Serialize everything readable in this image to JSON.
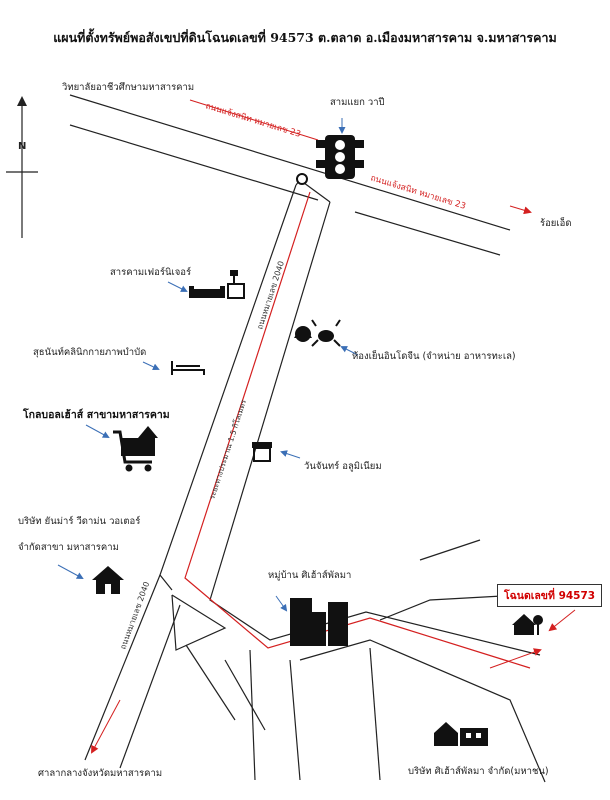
{
  "title": "แผนที่ตั้งทรัพย์พอสังเขปที่ดินโฉนดเลขที่ 94573 ต.ตลาด อ.เมืองมหาสารคาม จ.มหาสารคาม",
  "compass": {
    "label": "N"
  },
  "roads": {
    "highway_23_a": "ถนนแจ้งสนิท หมายเลข 23",
    "highway_23_b": "ถนนแจ้งสนิท หมายเลข 23",
    "road_2040_upper": "ถนนหมายเลข 2040",
    "distance_note": "ระยะทางประมาณ 1.5 กิโลเมตร",
    "road_2040_lower": "ถนนหมายเลข 2040"
  },
  "places": {
    "college": "วิทยาลัยอาชีวศึกษามหาสารคาม",
    "intersection": "สามแยก วาปี",
    "roiet": "ร้อยเอ็ด",
    "furniture": "สารคามเฟอร์นิเจอร์",
    "clinic": "สุธนันท์คลินิกกายภาพบำบัด",
    "seafood": "ห้องเย็นอินโดจีน (จำหน่าย อาหารทะเล)",
    "globalhouse": "โกลบอลเฮ้าส์ สาขามหาสารคาม",
    "aluminium": "วันจันทร์ อลูมิเนียม",
    "yanmar_line1": "บริษัท ยันม่าร์ วีดาม่น วอเตอร์",
    "yanmar_line2": "จำกัดสาขา มหาสารคาม",
    "village": "หมู่บ้าน ศิเฮ้าส์พัลมา",
    "company": "บริษัท ศิเฮ้าส์พัลมา จำกัด(มหาชน)",
    "cityhall": "ศาลากลางจังหวัดมหาสารคาม"
  },
  "target": {
    "label": "โฉนดเลขที่ 94573"
  },
  "colors": {
    "route": "#d42020",
    "road_line": "#222222",
    "arrow_blue": "#3b6fb6",
    "target_text": "#d10000"
  }
}
